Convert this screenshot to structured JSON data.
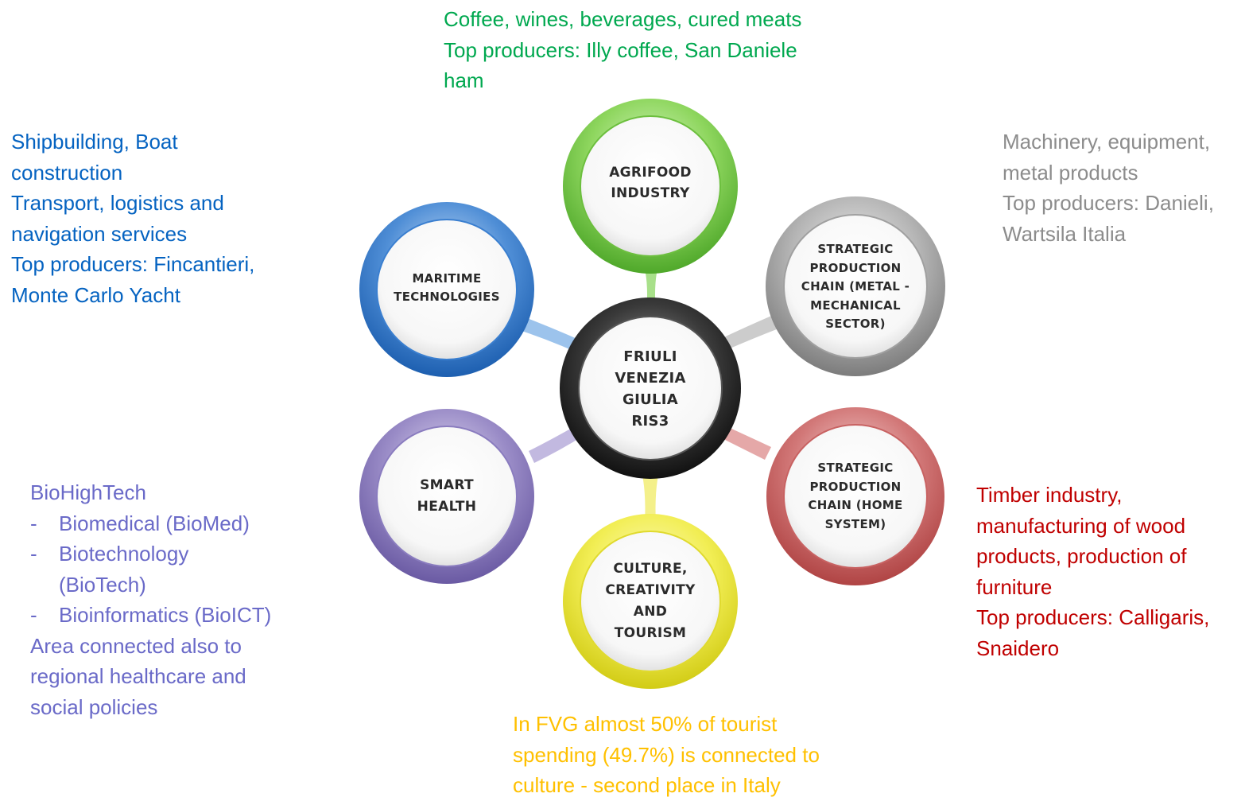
{
  "colors": {
    "agrifood": "#00a84f",
    "maritime": "#0563c1",
    "metal": "#8c8c8c",
    "health": "#6a6ac8",
    "home": "#c00000",
    "culture": "#ffc000"
  },
  "center": {
    "lines": [
      "FRIULI",
      "VENEZIA",
      "GIULIA",
      "RIS3"
    ]
  },
  "nodes": {
    "agrifood": {
      "lines": [
        "AGRIFOOD",
        "INDUSTRY"
      ]
    },
    "maritime": {
      "lines": [
        "MARITIME",
        "TECHNOLOGIES"
      ]
    },
    "metal": {
      "lines": [
        "STRATEGIC",
        "PRODUCTION",
        "CHAIN (METAL -",
        "MECHANICAL",
        "SECTOR)"
      ]
    },
    "health": {
      "lines": [
        "SMART",
        "HEALTH"
      ]
    },
    "home": {
      "lines": [
        "STRATEGIC",
        "PRODUCTION",
        "CHAIN (HOME",
        "SYSTEM)"
      ]
    },
    "culture": {
      "lines": [
        "CULTURE,",
        "CREATIVITY",
        "AND",
        "TOURISM"
      ]
    }
  },
  "notes": {
    "agrifood": [
      "Coffee, wines, beverages, cured meats",
      "Top producers: Illy coffee, San Daniele",
      "ham"
    ],
    "maritime": [
      "Shipbuilding, Boat",
      "construction",
      "Transport, logistics and",
      "navigation services",
      "Top producers: Fincantieri,",
      "Monte Carlo Yacht"
    ],
    "metal": [
      "Machinery, equipment,",
      "metal products",
      "Top producers: Danieli,",
      "Wartsila Italia"
    ],
    "health": {
      "heading": "BioHighTech",
      "bullets": [
        {
          "dash": "-",
          "lines": [
            "Biomedical (BioMed)"
          ]
        },
        {
          "dash": "-",
          "lines": [
            "Biotechnology",
            "(BioTech)"
          ]
        },
        {
          "dash": "-",
          "lines": [
            "Bioinformatics (BioICT)"
          ]
        }
      ],
      "tail": [
        "Area connected also to",
        "regional healthcare and",
        "social policies"
      ]
    },
    "home": [
      "Timber industry,",
      "manufacturing of wood",
      "products, production of",
      "furniture",
      "Top producers: Calligaris,",
      "Snaidero"
    ],
    "culture": [
      "In FVG almost 50% of tourist",
      "spending (49.7%) is connected to",
      "culture - second place in Italy"
    ]
  }
}
